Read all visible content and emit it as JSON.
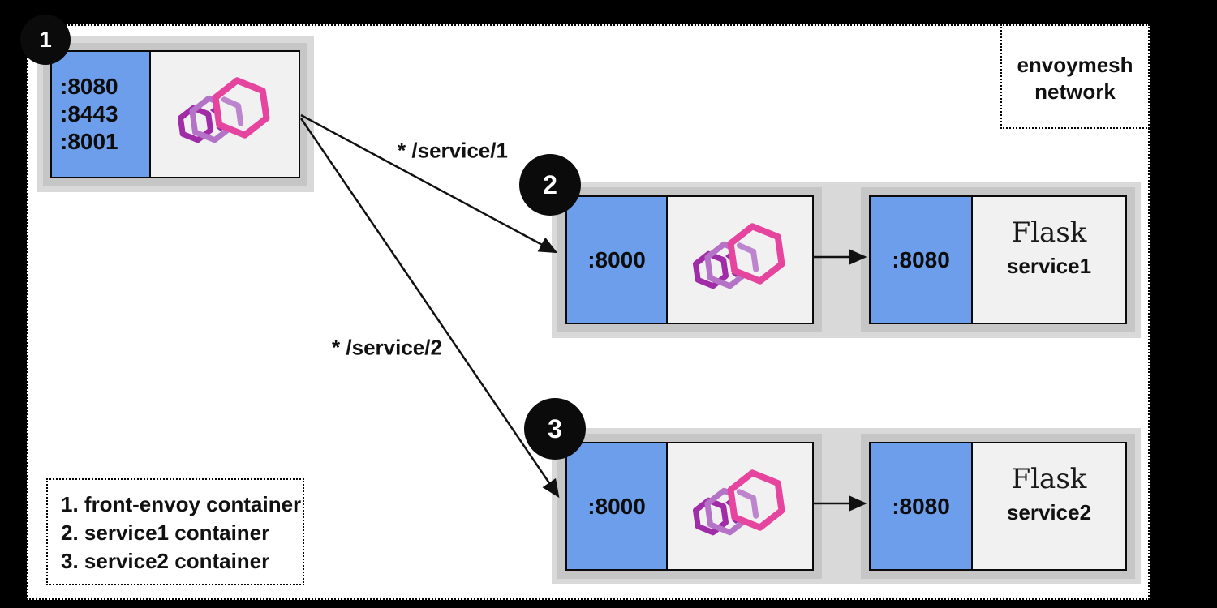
{
  "envoymesh_label": {
    "line1": "envoymesh",
    "line2": "network"
  },
  "front_envoy": {
    "badge": "1",
    "ports": [
      ":8080",
      ":8443",
      ":8001"
    ]
  },
  "routes": [
    "* /service/1",
    "* /service/2"
  ],
  "services": [
    {
      "badge": "2",
      "proxy_port": ":8000",
      "app_port": ":8080",
      "app_title": "Flask",
      "app_name": "service1"
    },
    {
      "badge": "3",
      "proxy_port": ":8000",
      "app_port": ":8080",
      "app_title": "Flask",
      "app_name": "service2"
    }
  ],
  "legend": {
    "items": [
      "1. front-envoy container",
      "2. service1 container",
      "3. service2 container"
    ]
  },
  "icons": {
    "logo": "envoy-hexagons-logo"
  },
  "colors": {
    "port_panel_blue": "#6d9eeb",
    "pod_gray_light": "#d9d9d9",
    "pod_gray_dark": "#c6c6c6",
    "envoy_pink": "#e5459e",
    "envoy_lavender": "#b573c8",
    "envoy_purple": "#a12ca8",
    "background": "#000000"
  }
}
